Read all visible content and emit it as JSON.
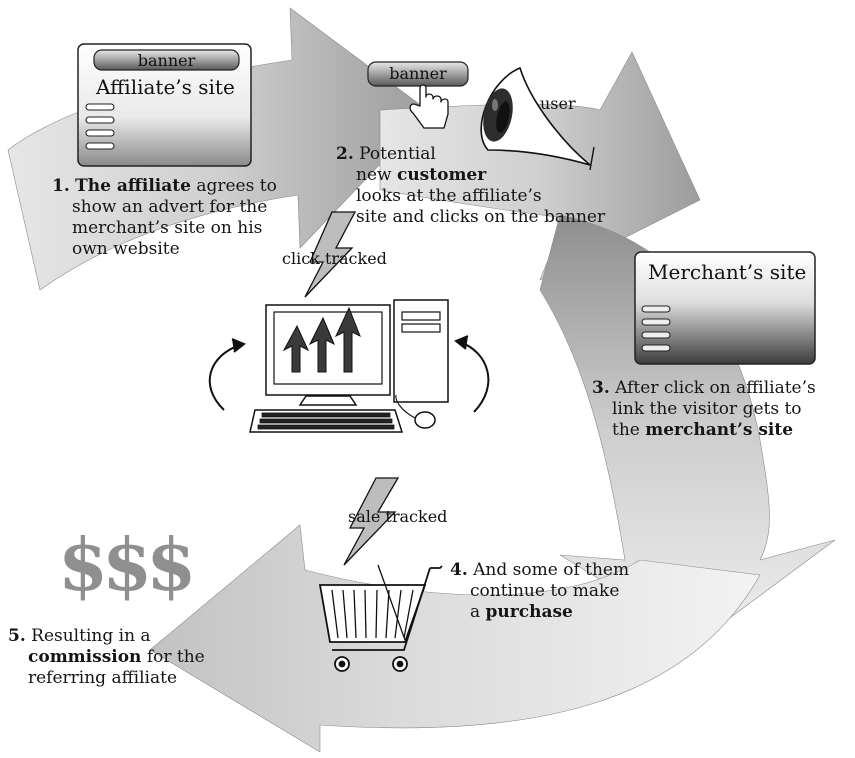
{
  "diagram": {
    "affiliate_site": {
      "banner": "banner",
      "title": "Affiliate’s site"
    },
    "user_banner": "banner",
    "user_label": "user",
    "merchant_site": {
      "title": "Merchant’s site"
    },
    "click_tracked": "click tracked",
    "sale_tracked": "sale tracked",
    "currency_symbols": "$$$",
    "steps": [
      {
        "num": "1.",
        "lead": "The affiliate",
        "rest1": " agrees to",
        "line2": "show an advert for the",
        "line3": "merchant’s site on his",
        "line4": "own website"
      },
      {
        "num": "2.",
        "line1": " Potential",
        "line2a": "new ",
        "bold": "customer",
        "line3": "looks at the affiliate’s",
        "line4": "site and clicks on the banner"
      },
      {
        "num": "3.",
        "line1": " After click on affiliate’s",
        "line2": "link the visitor gets to",
        "line3a": "the ",
        "bold": "merchant’s site"
      },
      {
        "num": "4.",
        "line1": " And some of them",
        "line2": "continue to make",
        "line3a": "a ",
        "bold": "purchase"
      },
      {
        "num": "5.",
        "line1": " Resulting in a",
        "bold": "commission",
        "line2b": " for the",
        "line3": "referring affiliate"
      }
    ]
  }
}
